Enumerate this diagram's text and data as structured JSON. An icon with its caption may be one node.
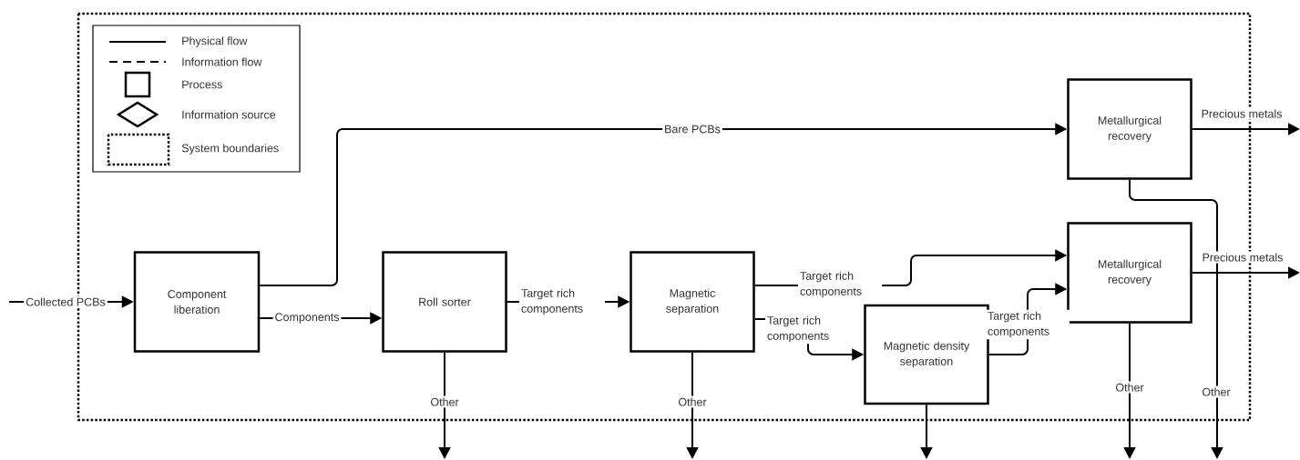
{
  "diagram": {
    "nodes": [
      {
        "text": [
          "Component liberation"
        ]
      },
      {
        "text": [
          "Roll sorter"
        ]
      },
      {
        "text": [
          "Magnetic separation"
        ]
      },
      {
        "text": [
          "Magnetic density separation"
        ]
      },
      {
        "text": [
          "Metallurgical recovery"
        ]
      },
      {
        "text": [
          "Metallurgical recovery"
        ]
      }
    ],
    "edges": [
      {
        "from": null,
        "to": 0,
        "arrow": "to",
        "label": "Collected PCBs"
      },
      {
        "from": 0,
        "to": 4,
        "arrow": "to",
        "label": "Bare PCBs"
      },
      {
        "from": 0,
        "to": 1,
        "arrow": "to",
        "label": "Components"
      },
      {
        "from": 1,
        "to": 2,
        "arrow": "to",
        "label": "Target rich components"
      },
      {
        "from": 2,
        "to": 5,
        "arrow": "to",
        "label": "Target rich components"
      },
      {
        "from": 2,
        "to": 3,
        "arrow": "to",
        "label": "Target rich components"
      },
      {
        "from": 3,
        "to": 5,
        "arrow": "to",
        "label": "Target rich components"
      },
      {
        "from": 4,
        "to": null,
        "arrow": "to",
        "label": "Precious metals"
      },
      {
        "from": 5,
        "to": null,
        "arrow": "to",
        "label": "Precious metals"
      },
      {
        "from": 1,
        "to": null,
        "arrow": "to",
        "label": "Other"
      },
      {
        "from": 2,
        "to": null,
        "arrow": "to",
        "label": "Other"
      },
      {
        "from": 3,
        "to": null,
        "arrow": "to"
      },
      {
        "from": 5,
        "to": null,
        "arrow": "to",
        "label": "Other"
      },
      {
        "from": 4,
        "to": null,
        "arrow": "to",
        "label": "Other"
      }
    ],
    "legend": [
      {
        "text": "Physical flow"
      },
      {
        "text": "Information flow"
      },
      {
        "text": "Process"
      },
      {
        "text": "Information source"
      },
      {
        "text": "System boundaries"
      }
    ]
  }
}
